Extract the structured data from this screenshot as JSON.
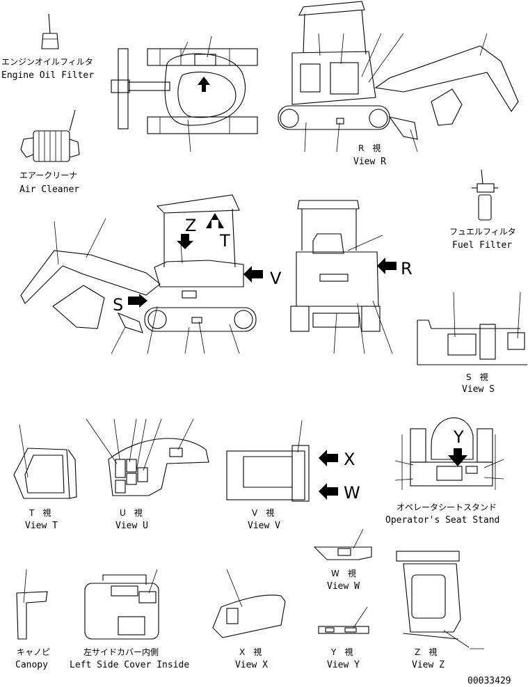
{
  "labels": {
    "engine_oil_filter_jp": "エンジンオイルフィルタ",
    "engine_oil_filter": "Engine Oil Filter",
    "air_cleaner_jp": "エアークリーナ",
    "air_cleaner": "Air Cleaner",
    "view_r_jp": "R　視",
    "view_r": "View R",
    "fuel_filter_jp": "フュエルフィルタ",
    "fuel_filter": "Fuel Filter",
    "view_s_jp": "S　視",
    "view_s": "View S",
    "view_t_jp": "T　視",
    "view_t": "View T",
    "view_u_jp": "U　視",
    "view_u": "View U",
    "view_v_jp": "V　視",
    "view_v": "View V",
    "operator_seat_stand_jp": "オペレータシートスタンド",
    "operator_seat_stand": "Operator's Seat Stand",
    "view_w_jp": "W　視",
    "view_w": "View W",
    "canopy_jp": "キャノピ",
    "canopy": "Canopy",
    "left_side_cover_jp": "左サイドカバー内側",
    "left_side_cover": "Left Side Cover Inside",
    "view_x_jp": "X　視",
    "view_x": "View X",
    "view_y_jp": "Y　視",
    "view_y": "View Y",
    "view_z_jp": "Z　視",
    "view_z": "View Z",
    "drawing_number": "00033429"
  },
  "view_letters": {
    "z": "Z",
    "t": "T",
    "v": "V",
    "r": "R",
    "s": "S",
    "x": "X",
    "w": "W",
    "y": "Y"
  }
}
